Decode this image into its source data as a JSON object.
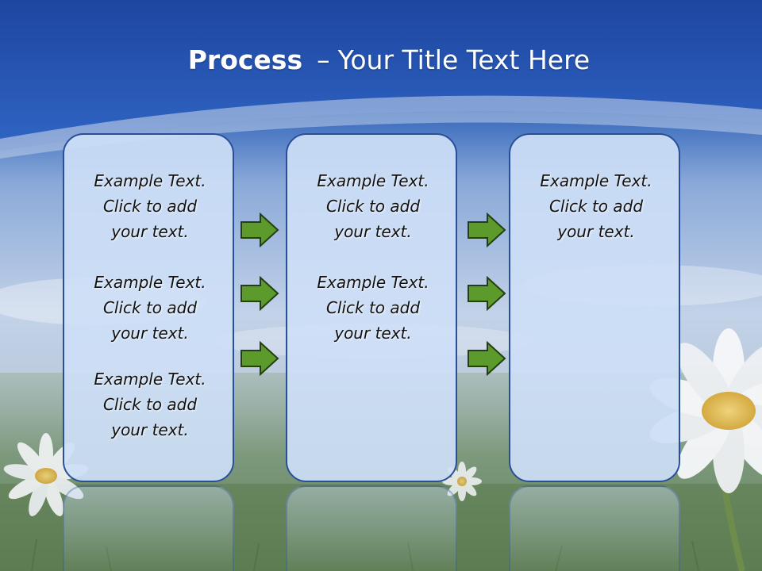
{
  "title": {
    "bold": "Process",
    "separator": "–",
    "rest": "Your Title Text Here"
  },
  "columns": [
    {
      "blocks": [
        {
          "line1": "Example Text.",
          "line2": "Click  to add",
          "line3": "your text."
        },
        {
          "line1": "Example Text.",
          "line2": "Click  to add",
          "line3": "your text."
        },
        {
          "line1": "Example Text.",
          "line2": "Click  to add",
          "line3": "your text."
        }
      ]
    },
    {
      "blocks": [
        {
          "line1": "Example Text.",
          "line2": "Click  to add",
          "line3": "your text."
        },
        {
          "line1": "Example Text.",
          "line2": "Click  to add",
          "line3": "your text."
        }
      ]
    },
    {
      "blocks": [
        {
          "line1": "Example Text.",
          "line2": "Click  to add",
          "line3": "your text."
        }
      ]
    }
  ],
  "colors": {
    "sky_top": "#1f4fa6",
    "box_border": "#2a4f9a",
    "box_fill": "#cddef6",
    "arrow_fill": "#5c9a2c",
    "arrow_stroke": "#243f10"
  },
  "icons": [
    "arrow-right-icon",
    "daisy-flower"
  ]
}
